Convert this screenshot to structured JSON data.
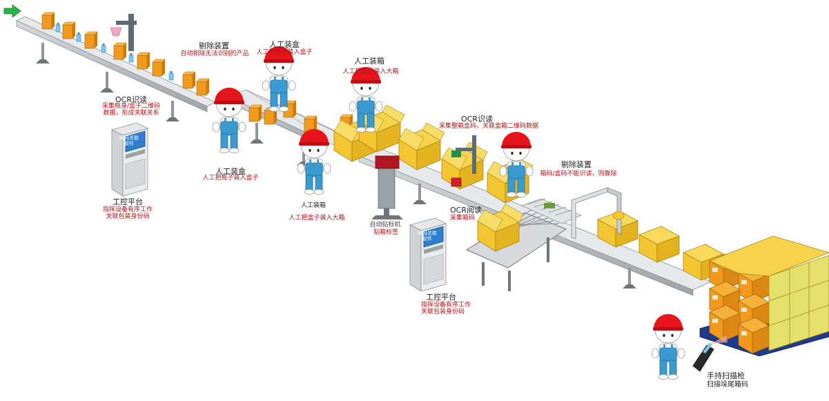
{
  "labels": {
    "reject1_title": "剔除装置",
    "reject1_desc": "自动剔除无法识别的产品",
    "ocr1_title": "OCR识读",
    "ocr1_desc1": "采集瓶身/盒子二维码",
    "ocr1_desc2": "数据，形成关联关系",
    "pack1_top_title": "人工装盒",
    "pack1_top_desc": "人工把瓶子装入盒子",
    "pack1_bot_title": "人工装盒",
    "pack1_bot_desc": "人工把瓶子装入盒子",
    "case_top_title": "人工装箱",
    "case_top_desc": "人工把盒子装入大箱",
    "case_bot_title": "人工装箱",
    "case_bot_desc": "人工把盒子装入大箱",
    "ocr2_title": "OCR识读",
    "ocr2_desc": "采集整箱盒码，关联盒箱二维码数据",
    "ocr3_title": "OCR阅读",
    "ocr3_desc": "采集箱码",
    "reject2_title": "剔除装置",
    "reject2_desc": "箱码/盒码不能识读，则靠除",
    "labeler_title": "自动贴标机",
    "labeler_desc": "贴箱标签",
    "ctrl1_title": "工控平台",
    "ctrl1_desc1": "指挥设备有序工作",
    "ctrl1_desc2": "关联包装身份码",
    "ctrl2_title": "工控平台",
    "ctrl2_desc1": "指挥设备有序工作",
    "ctrl2_desc2": "关联包装身份码",
    "scan_title": "手持扫描枪",
    "scan_desc": "扫描垛尾箱码",
    "terminal_screen": "赋码关联软件"
  },
  "colors": {
    "conveyor": "#b8bcc0",
    "box": "#f3c530",
    "product": "#f29a1e",
    "helmet": "#e8141c",
    "overalls": "#3b9bd1",
    "pallet": "#1f3a8a",
    "label_red": "#b3121b",
    "arrow": "#2fb14a"
  },
  "icons": [
    "arrow-right-icon",
    "worker-icon",
    "terminal-icon",
    "scanner-icon",
    "pallet-icon"
  ]
}
